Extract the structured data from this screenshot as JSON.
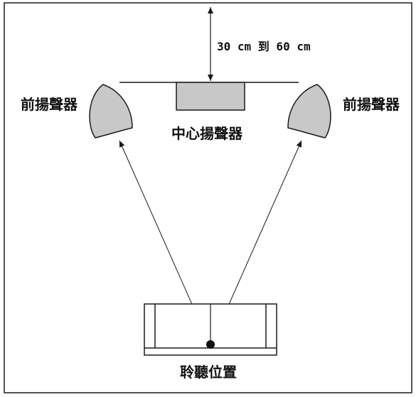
{
  "diagram": {
    "distance_label": "30 cm 到 60 cm",
    "front_left_label": "前揚聲器",
    "front_right_label": "前揚聲器",
    "center_label": "中心揚聲器",
    "listening_label": "聆聽位置"
  },
  "colors": {
    "speaker_fill": "#c8c8c8",
    "stroke": "#1a1a1a",
    "background": "#ffffff"
  }
}
